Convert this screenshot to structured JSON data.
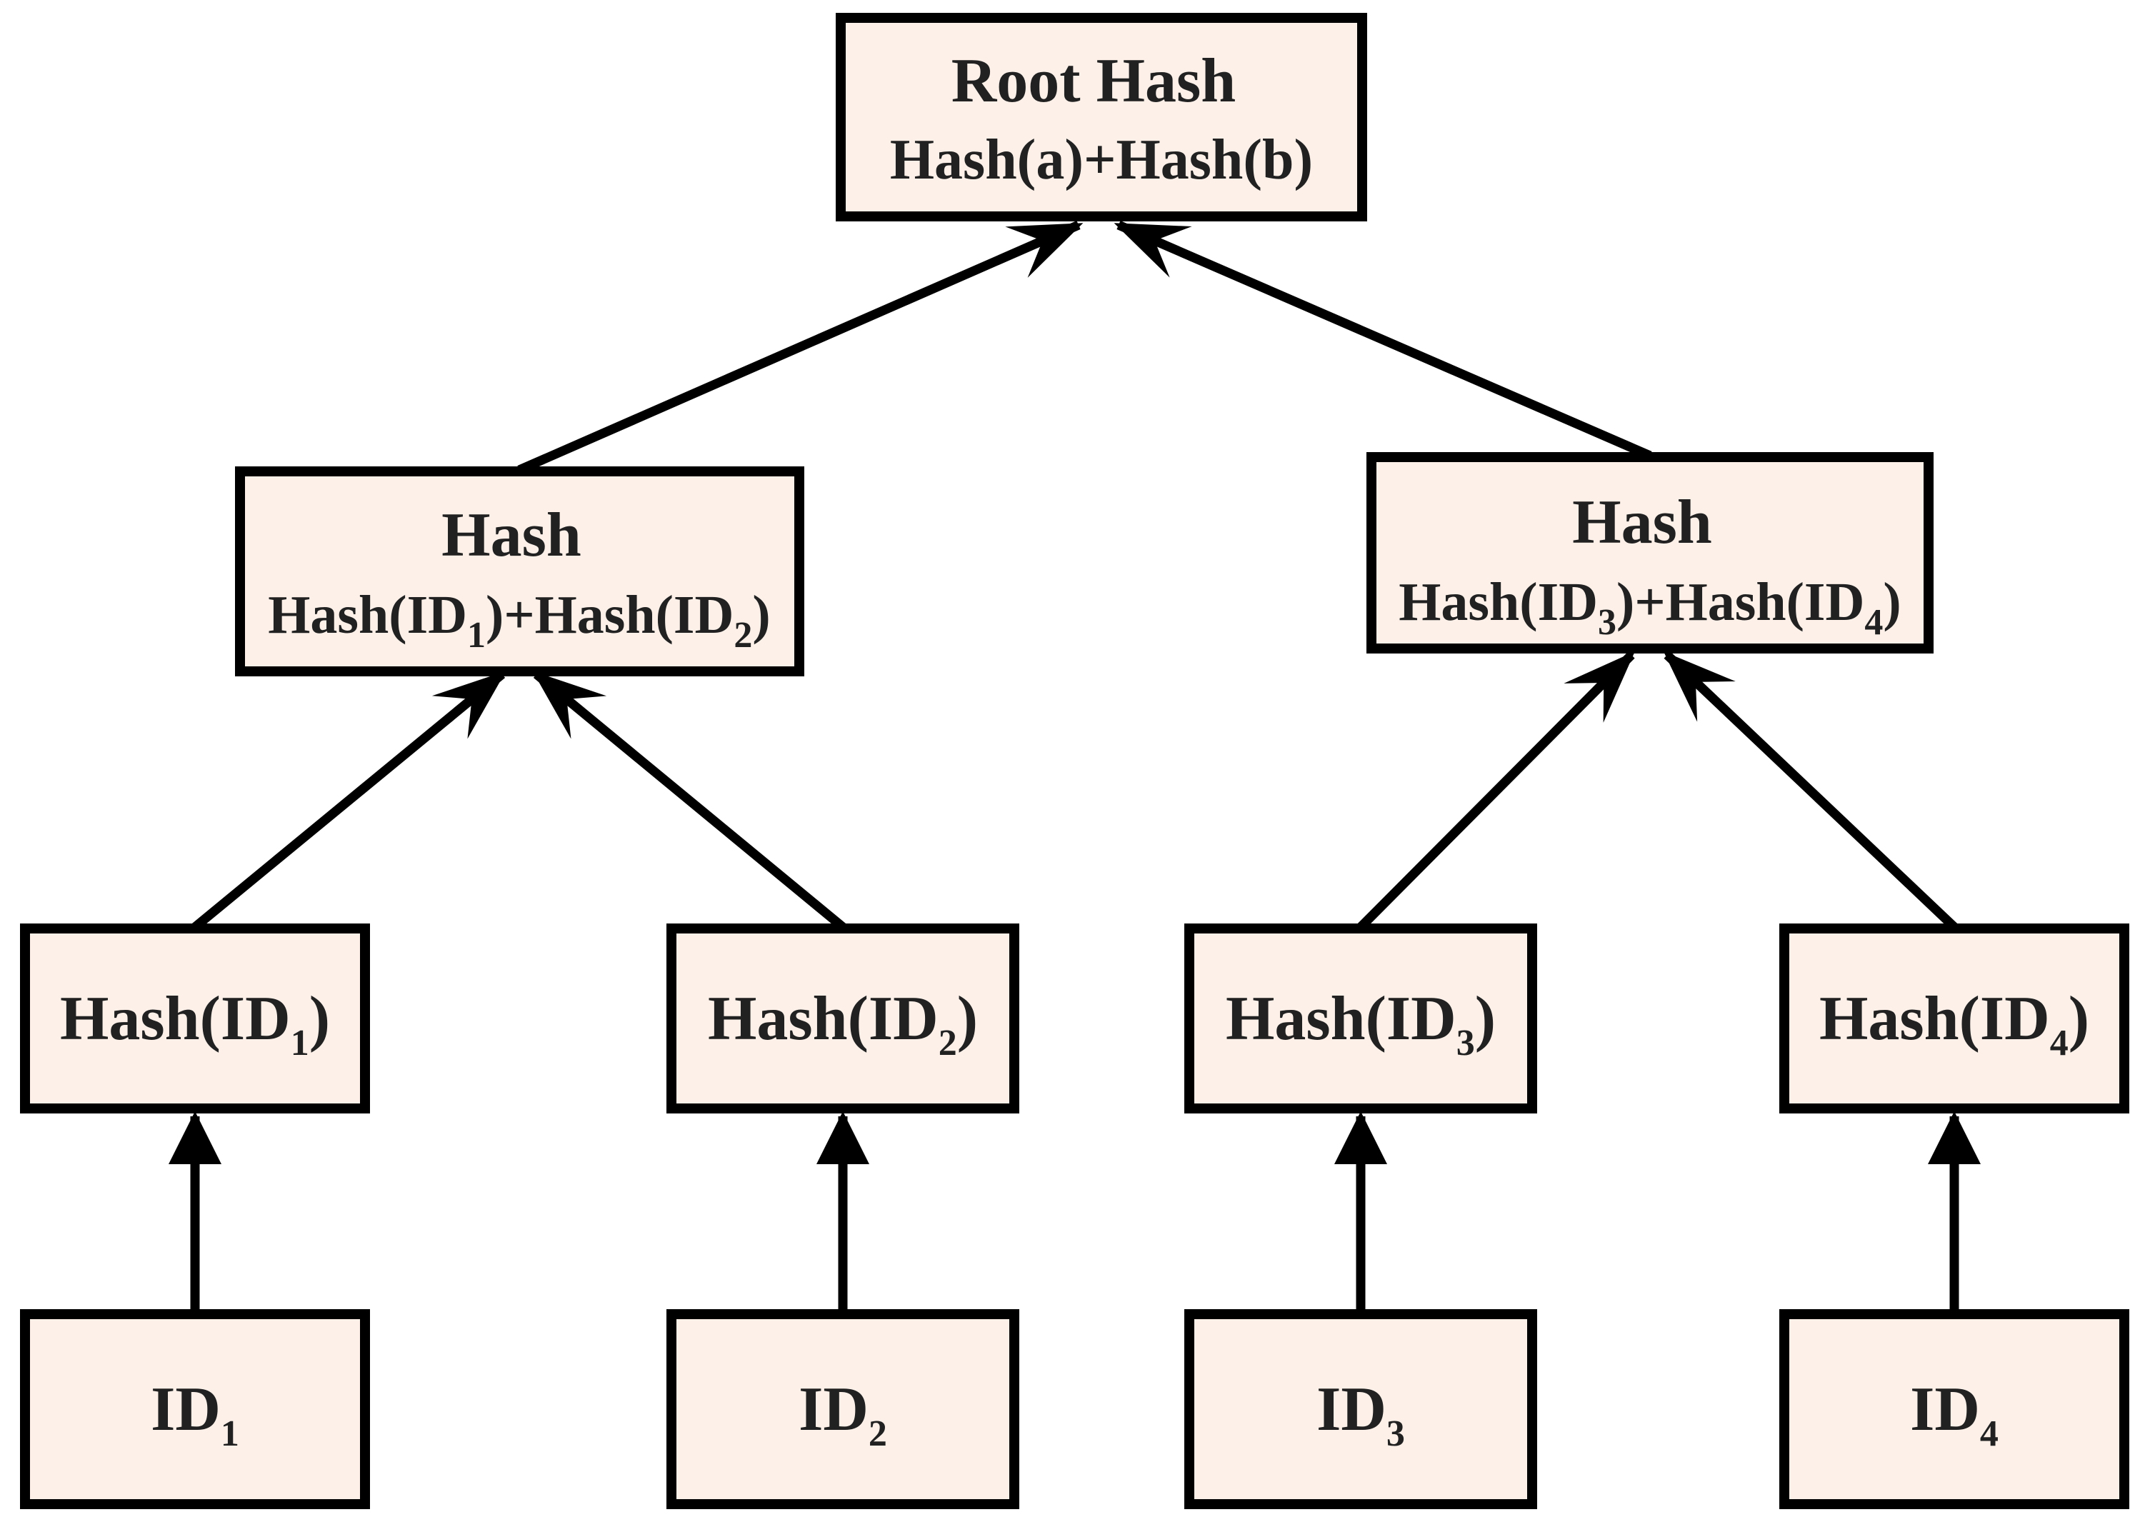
{
  "colors": {
    "box_fill": "#fcf0e9",
    "box_border": "#000000",
    "text_color": "#212121",
    "arrow_color": "#000000"
  },
  "nodes": {
    "root": {
      "line1": "Root Hash",
      "line2": "Hash(a)+Hash(b)"
    },
    "l2_left": {
      "line1": "Hash",
      "l2_p1": "Hash(ID",
      "l2_s1": "1",
      "l2_p2": ")+Hash(ID",
      "l2_s2": "2",
      "l2_p3": ")"
    },
    "l2_right": {
      "line1": "Hash",
      "l2_p1": "Hash(ID",
      "l2_s1": "3",
      "l2_p2": ")+Hash(ID",
      "l2_s2": "4",
      "l2_p3": ")"
    },
    "leaf_hashes": [
      {
        "pre": "Hash(ID",
        "sub": "1",
        "post": ")"
      },
      {
        "pre": "Hash(ID",
        "sub": "2",
        "post": ")"
      },
      {
        "pre": "Hash(ID",
        "sub": "3",
        "post": ")"
      },
      {
        "pre": "Hash(ID",
        "sub": "4",
        "post": ")"
      }
    ],
    "ids": [
      {
        "pre": "ID",
        "sub": "1"
      },
      {
        "pre": "ID",
        "sub": "2"
      },
      {
        "pre": "ID",
        "sub": "3"
      },
      {
        "pre": "ID",
        "sub": "4"
      }
    ]
  }
}
